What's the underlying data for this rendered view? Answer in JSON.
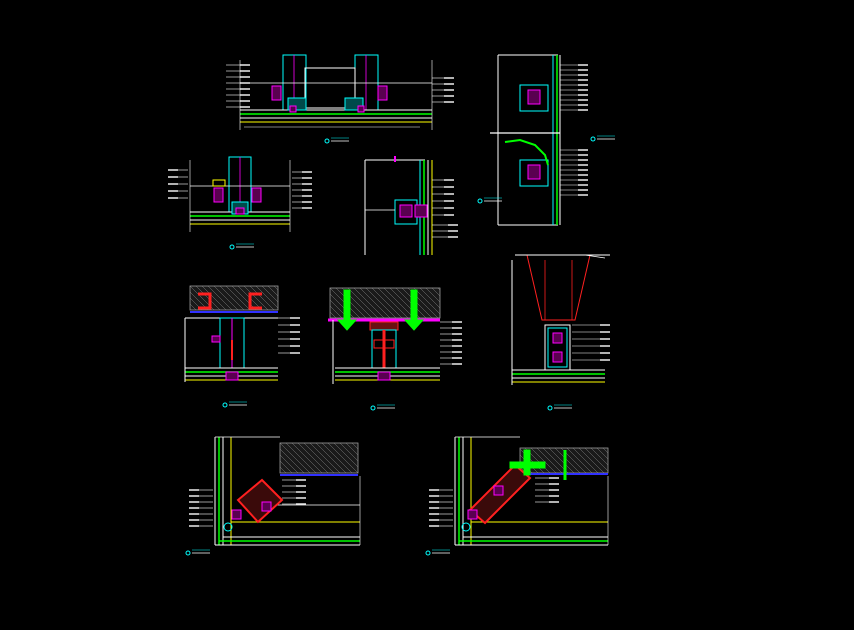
{
  "drawing": {
    "background": "#000000",
    "palette": {
      "white": "#ffffff",
      "cyan": "#00ffff",
      "yellow": "#ffff00",
      "green": "#00ff00",
      "magenta": "#ff00ff",
      "red": "#ff2020",
      "blue": "#3030ff",
      "gray": "#9a9a9a"
    },
    "details": [
      {
        "id": "d1",
        "kind": "double-mullion-plan"
      },
      {
        "id": "d2",
        "kind": "vertical-mullion-elevation"
      },
      {
        "id": "d3",
        "kind": "single-mullion-plan"
      },
      {
        "id": "d4",
        "kind": "end-mullion-plan"
      },
      {
        "id": "d5",
        "kind": "ceiling-anchor-section"
      },
      {
        "id": "d6",
        "kind": "embedded-anchor-section"
      },
      {
        "id": "d7",
        "kind": "steel-column-section"
      },
      {
        "id": "d8",
        "kind": "corner-plan-90"
      },
      {
        "id": "d9",
        "kind": "corner-plan-135"
      }
    ]
  }
}
